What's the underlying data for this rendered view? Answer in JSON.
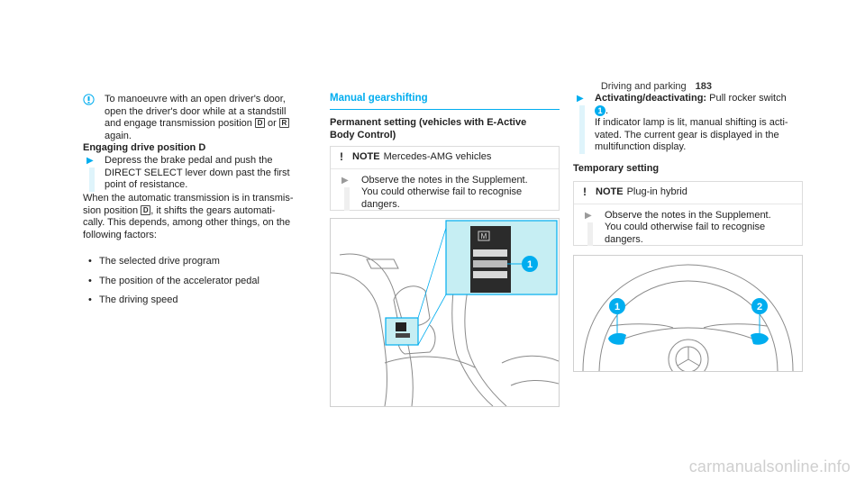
{
  "header": {
    "section": "Driving and parking",
    "page": "183"
  },
  "col1": {
    "tip_lines": [
      "To manoeuvre with an open driver's door,",
      "open the driver's door while at a standstill",
      "and engage transmission position",
      "again."
    ],
    "tip_or": "or",
    "key_d": "D",
    "key_r": "R",
    "engage_heading": "Engaging drive position D",
    "step_lines": [
      "Depress the brake pedal and push the",
      "DIRECT SELECT lever down past the first",
      "point of resistance."
    ],
    "when_lines": [
      "When the automatic transmission is in transmis-",
      "sion position",
      ", it shifts the gears automati-",
      "cally. This depends, among other things, on the",
      "following factors:"
    ],
    "bullets": [
      "The selected drive program",
      "The position of the accelerator pedal",
      "The driving speed"
    ]
  },
  "col2": {
    "title": "Manual gearshifting",
    "perm_lines": [
      "Permanent setting (vehicles with E-Active",
      "Body Control)"
    ],
    "note_label": "NOTE",
    "note_value": "Mercedes-AMG vehicles",
    "note_lines": [
      "Observe the notes in the Supplement.",
      "You could otherwise fail to recognise",
      "dangers."
    ],
    "fig_callout": "1",
    "fig_m": "M"
  },
  "col3": {
    "step_lead": "Activating/deactivating:",
    "step_lead_rest": "Pull rocker switch",
    "step_num": "1",
    "step_lines": [
      "If indicator lamp is lit, manual shifting is acti-",
      "vated. The current gear is displayed in the",
      "multifunction display."
    ],
    "temp_heading": "Temporary setting",
    "note_label": "NOTE",
    "note_value": "Plug-in hybrid",
    "note_lines": [
      "Observe the notes in the Supplement.",
      "You could otherwise fail to recognise",
      "dangers."
    ],
    "fig_callouts": [
      "1",
      "2"
    ]
  },
  "watermark": "carmanualsonline.info",
  "colors": {
    "accent": "#00adef",
    "highlight": "#c6eef3"
  }
}
